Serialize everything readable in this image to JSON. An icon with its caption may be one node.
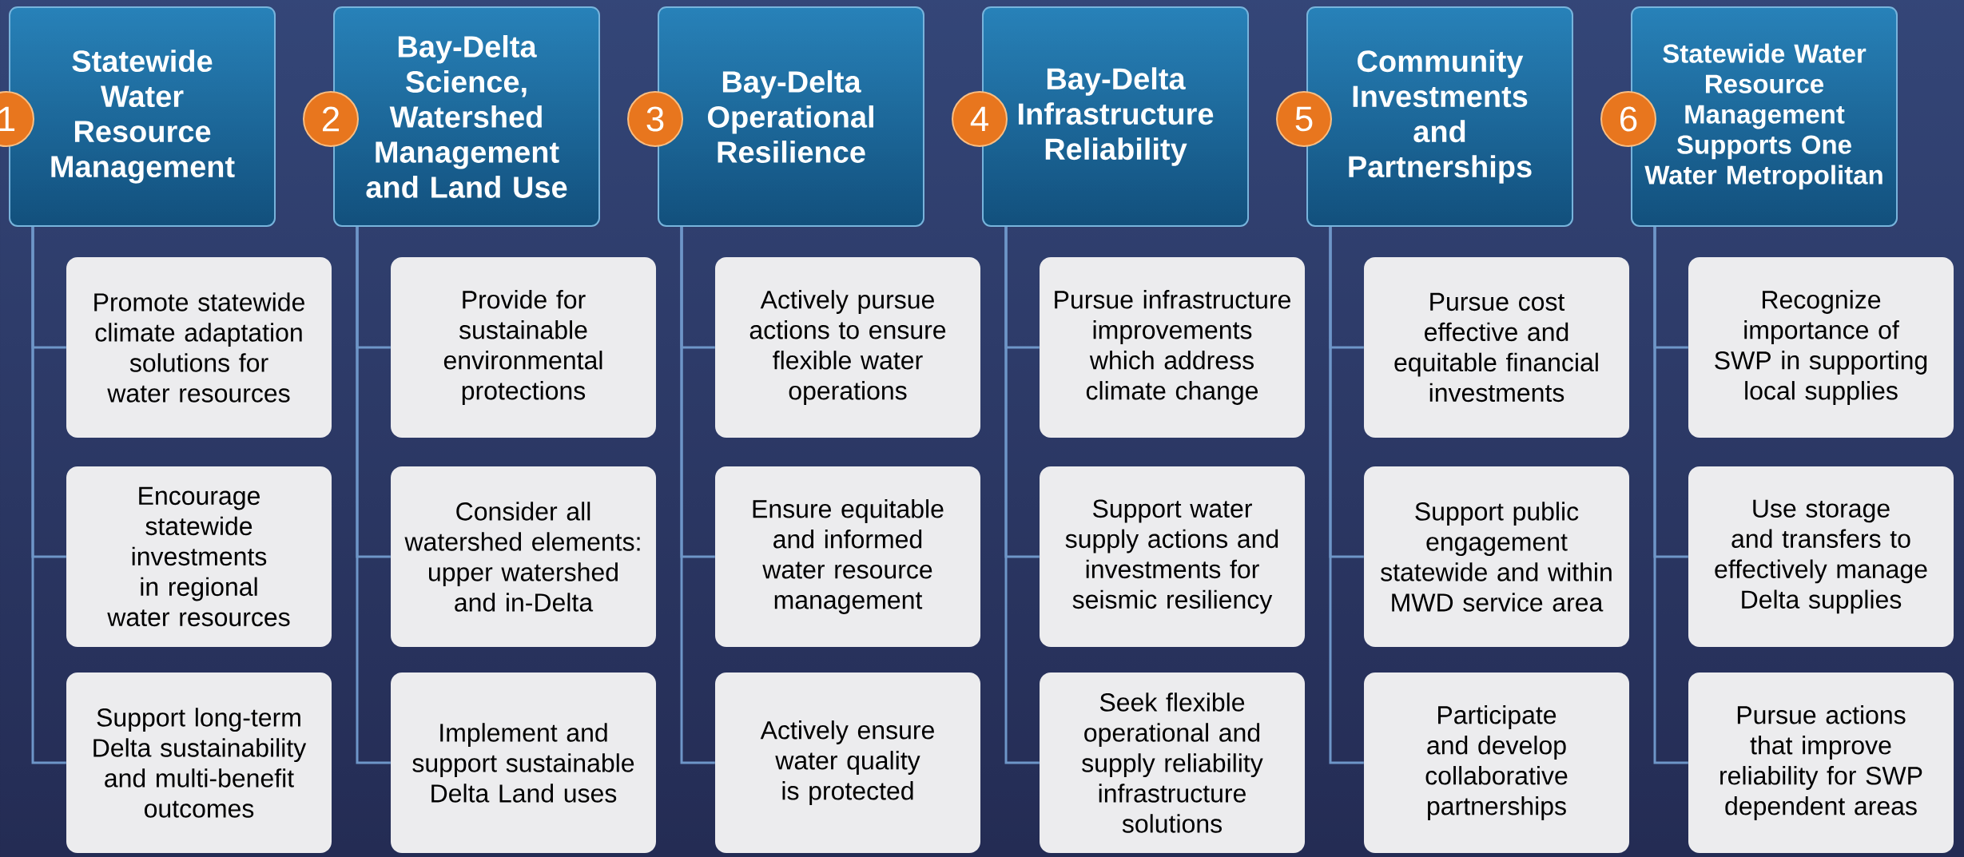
{
  "diagram": {
    "nodes": [
      {
        "text": [
          "1"
        ]
      },
      {
        "text": [
          "Statewide Water Resource Management"
        ]
      },
      {
        "text": [
          "Promote statewide climate adaptation solutions for water resources"
        ]
      },
      {
        "text": [
          "Encourage statewide investments in regional water resources"
        ]
      },
      {
        "text": [
          "Support long-term Delta sustainability and multi-benefit outcomes"
        ]
      },
      {
        "text": [
          "2"
        ]
      },
      {
        "text": [
          "Bay-Delta Science, Watershed Management and Land Use"
        ]
      },
      {
        "text": [
          "Provide for sustainable environmental protections"
        ]
      },
      {
        "text": [
          "Consider all watershed elements: upper watershed and in-Delta"
        ]
      },
      {
        "text": [
          "Implement and support sustainable Delta Land uses"
        ]
      },
      {
        "text": [
          "3"
        ]
      },
      {
        "text": [
          "Bay-Delta Operational Resilience"
        ]
      },
      {
        "text": [
          "Actively pursue actions to ensure flexible water operations"
        ]
      },
      {
        "text": [
          "Ensure equitable and informed water resource management"
        ]
      },
      {
        "text": [
          "Actively ensure water quality is protected"
        ]
      },
      {
        "text": [
          "4"
        ]
      },
      {
        "text": [
          "Bay-Delta Infrastructure Reliability"
        ]
      },
      {
        "text": [
          "Pursue infrastructure improvements which address climate change"
        ]
      },
      {
        "text": [
          "Support water supply actions and investments for seismic resiliency"
        ]
      },
      {
        "text": [
          "Seek flexible operational and supply reliability infrastructure solutions"
        ]
      },
      {
        "text": [
          "5"
        ]
      },
      {
        "text": [
          "Community Investments and Partnerships"
        ]
      },
      {
        "text": [
          "Pursue cost effective and equitable financial investments"
        ]
      },
      {
        "text": [
          "Support public engagement statewide and within MWD service area"
        ]
      },
      {
        "text": [
          "Participate and develop collaborative partnerships"
        ]
      },
      {
        "text": [
          "6"
        ]
      },
      {
        "text": [
          "Statewide Water Resource Management Supports One Water Metropolitan"
        ]
      },
      {
        "text": [
          "Recognize importance of SWP in supporting local supplies"
        ]
      },
      {
        "text": [
          "Use storage and transfers to effectively manage Delta supplies"
        ]
      },
      {
        "text": [
          "Pursue actions that improve reliability for SWP dependent areas"
        ]
      }
    ],
    "edges": [
      {
        "from": 1,
        "to": 2,
        "arrow": "none"
      },
      {
        "from": 1,
        "to": 3,
        "arrow": "none"
      },
      {
        "from": 1,
        "to": 4,
        "arrow": "none"
      },
      {
        "from": 6,
        "to": 7,
        "arrow": "none"
      },
      {
        "from": 6,
        "to": 8,
        "arrow": "none"
      },
      {
        "from": 6,
        "to": 9,
        "arrow": "none"
      },
      {
        "from": 11,
        "to": 12,
        "arrow": "none"
      },
      {
        "from": 11,
        "to": 13,
        "arrow": "none"
      },
      {
        "from": 11,
        "to": 14,
        "arrow": "none"
      },
      {
        "from": 16,
        "to": 17,
        "arrow": "none"
      },
      {
        "from": 16,
        "to": 18,
        "arrow": "none"
      },
      {
        "from": 16,
        "to": 19,
        "arrow": "none"
      },
      {
        "from": 21,
        "to": 22,
        "arrow": "none"
      },
      {
        "from": 21,
        "to": 23,
        "arrow": "none"
      },
      {
        "from": 21,
        "to": 24,
        "arrow": "none"
      },
      {
        "from": 26,
        "to": 27,
        "arrow": "none"
      },
      {
        "from": 26,
        "to": 28,
        "arrow": "none"
      },
      {
        "from": 26,
        "to": 29,
        "arrow": "none"
      }
    ]
  }
}
